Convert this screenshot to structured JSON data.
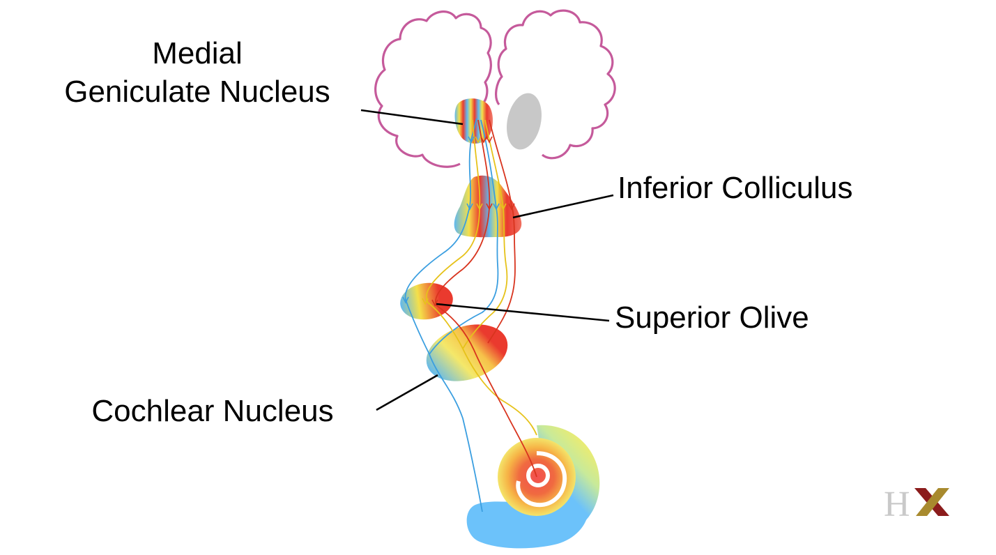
{
  "labels": {
    "mgn_line1": "Medial",
    "mgn_line2": "Geniculate Nucleus",
    "inferior_colliculus": "Inferior Colliculus",
    "superior_olive": "Superior Olive",
    "cochlear_nucleus": "Cochlear Nucleus"
  },
  "logo": {
    "letter1": "H",
    "letter2": "X"
  },
  "colors": {
    "brain_outline": "#c55a9b",
    "blue": "#5fb8f0",
    "yellow": "#f2d21c",
    "red": "#e8362a",
    "thalamus_gray": "#c8c8c8",
    "logo_gray": "#c9c9c9",
    "logo_red": "#8b1c1c",
    "logo_gold": "#a88a2e"
  }
}
